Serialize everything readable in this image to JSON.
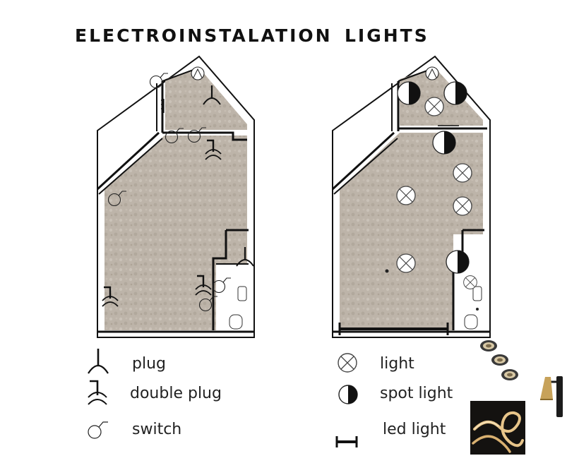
{
  "titles": {
    "electro": "ELECTROINSTALATION",
    "lights": "LIGHTS"
  },
  "legend_left": {
    "plug": "plug",
    "double_plug": "double plug",
    "switch": "switch"
  },
  "legend_right": {
    "light": "light",
    "spot_light": "spot light",
    "led_light": "led light"
  },
  "colors": {
    "floor": "#bfb6ab",
    "wall": "#111111",
    "strip_glow": "#e8c58a"
  }
}
